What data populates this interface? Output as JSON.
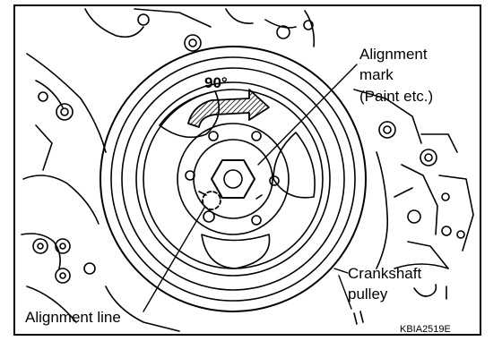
{
  "diagram": {
    "angle_label": "90°",
    "alignment_mark": {
      "line1": "Alignment",
      "line2": "mark",
      "line3": "(Paint etc.)"
    },
    "crankshaft_pulley": {
      "line1": "Crankshaft",
      "line2": "pulley"
    },
    "alignment_line": "Alignment line",
    "figure_code": "KBIA2519E"
  }
}
